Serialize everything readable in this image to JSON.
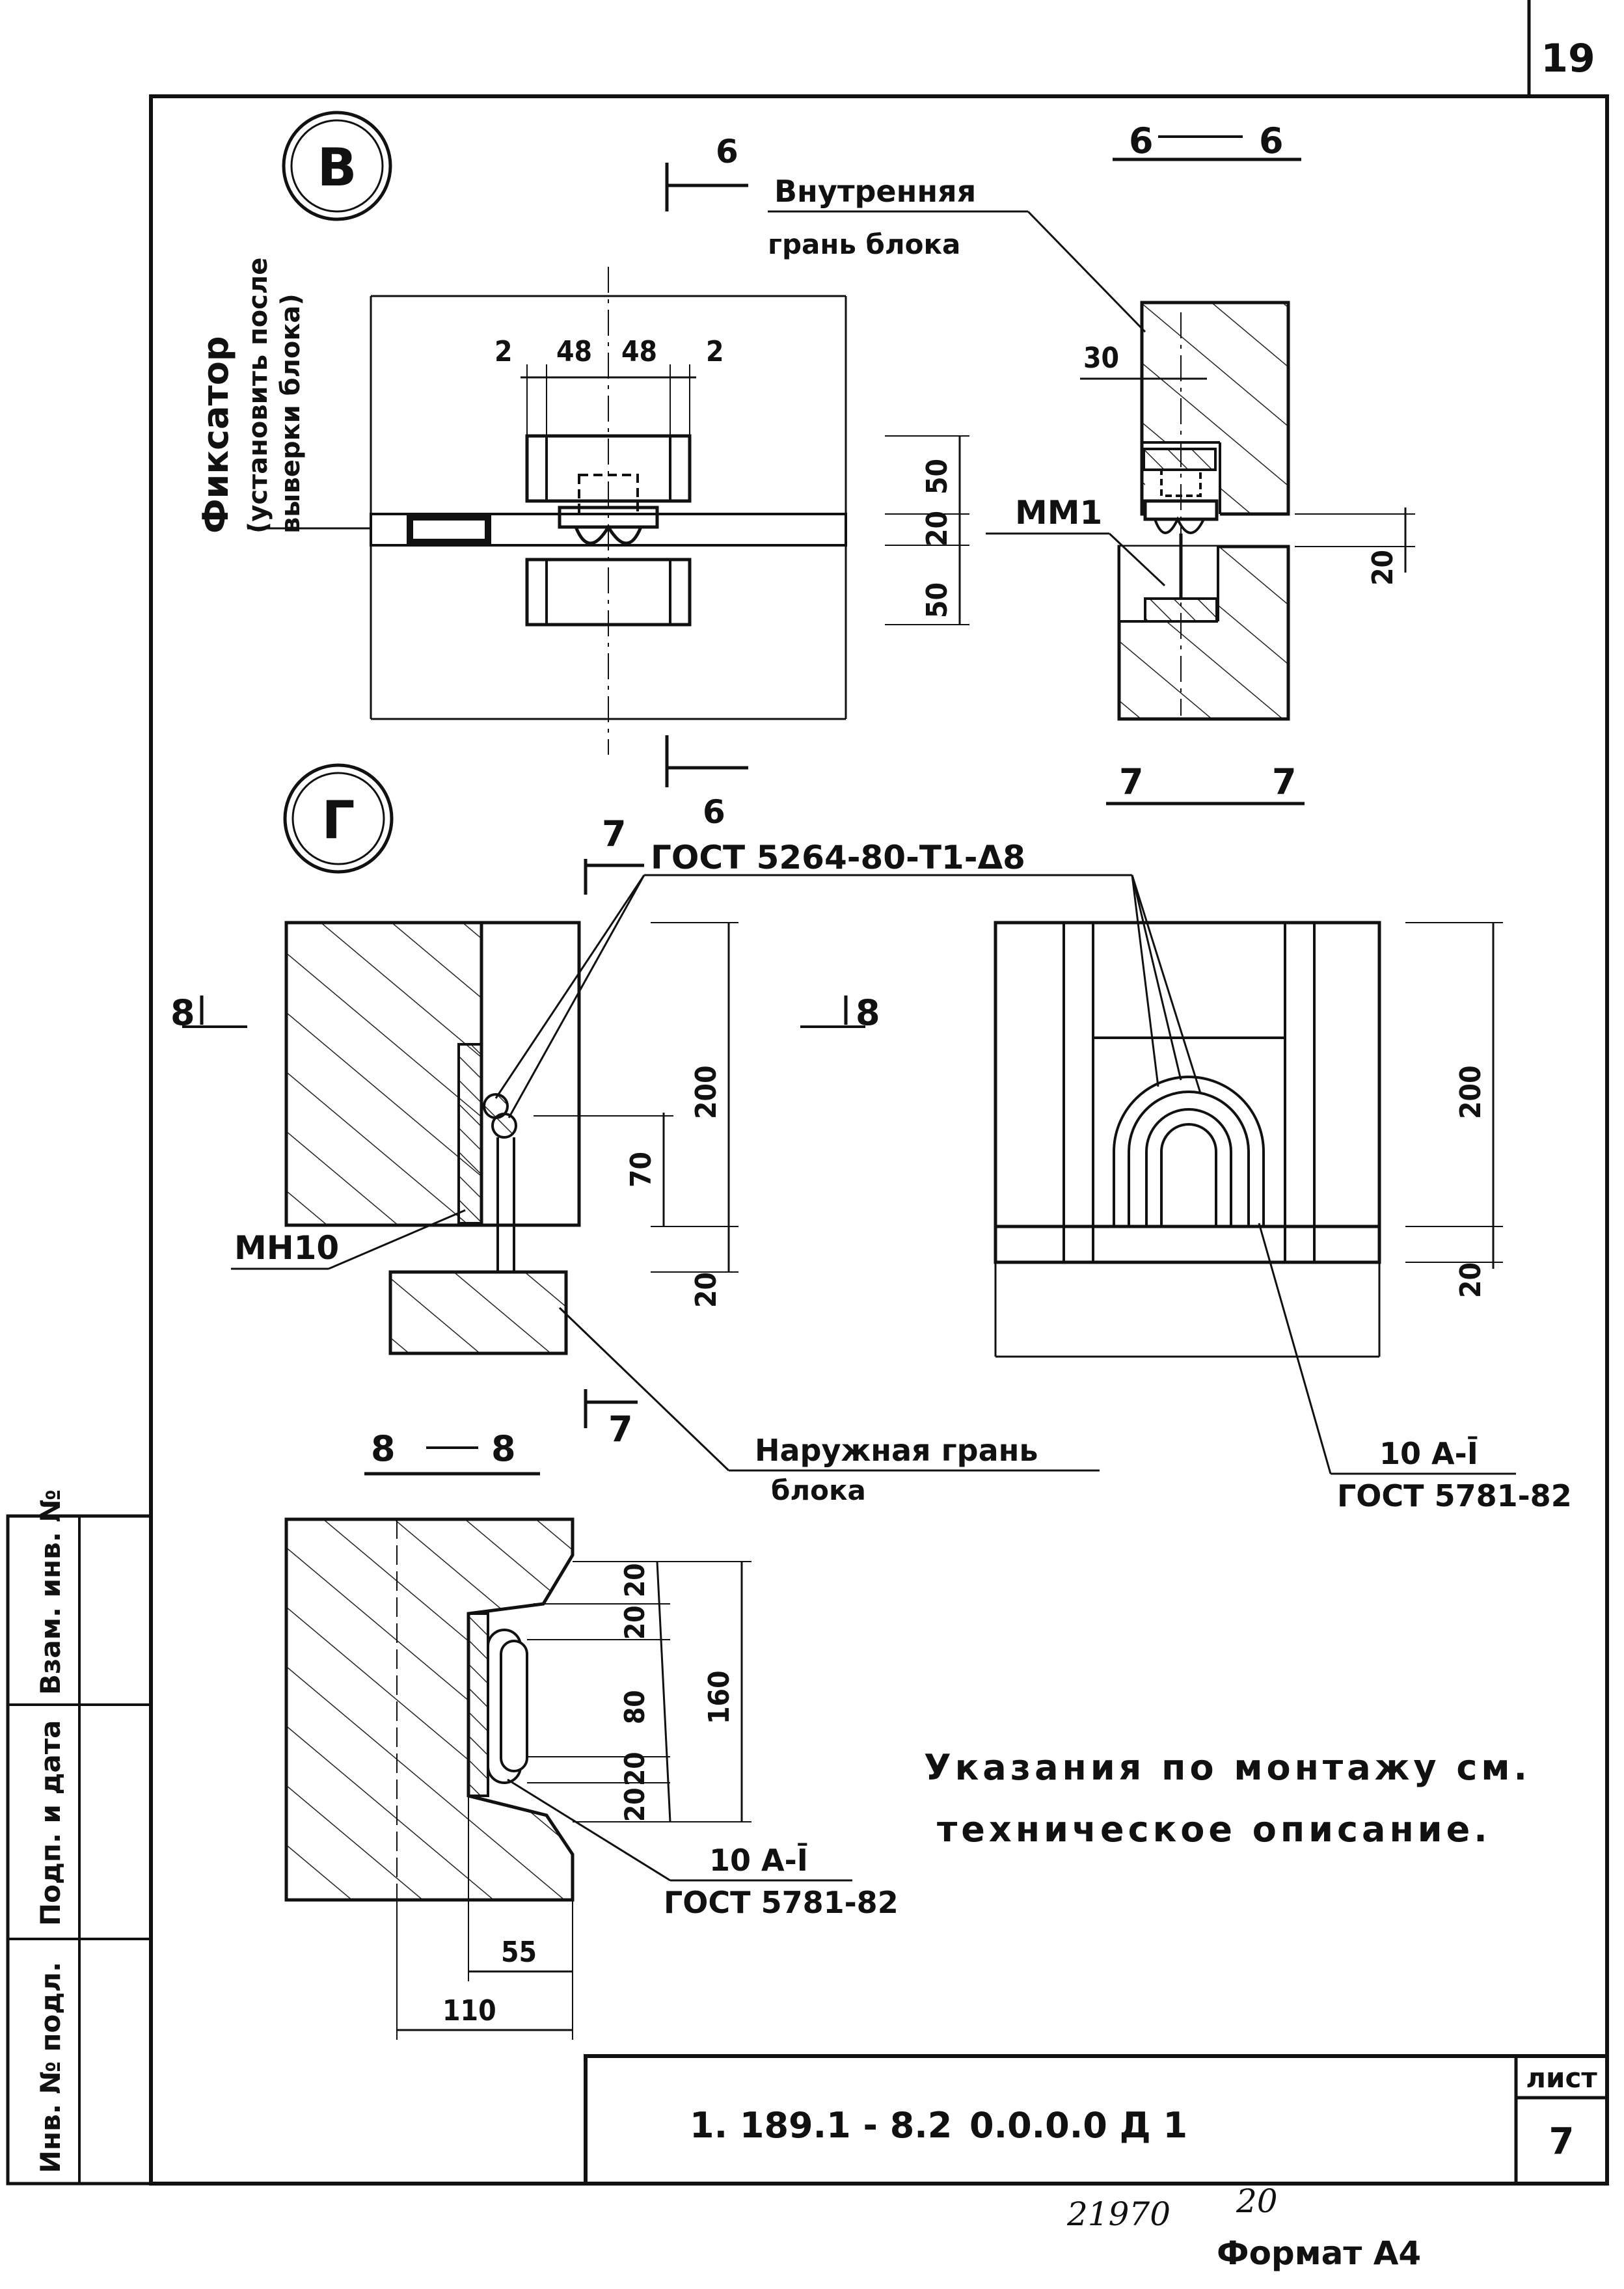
{
  "sheet": {
    "page_number": "19",
    "doc_code": "1. 189.1 - 8.2",
    "doc_subcode": "0.0.0.0 Д 1",
    "sheet_label": "лист",
    "sheet_no": "7",
    "stamp_number": "21970",
    "stamp_number2": "20",
    "format": "Формат А4",
    "side_fields": [
      "Инв. № подл.",
      "Подп. и дата",
      "Взам. инв. №"
    ]
  },
  "view_v": {
    "marker": "В",
    "note_line1": "Фиксатор",
    "note_line2": "(установить после",
    "note_line3": "выверки блока)",
    "dims_top": [
      "2",
      "48",
      "48",
      "2"
    ],
    "dims_side": [
      "50",
      "20",
      "50"
    ]
  },
  "section_6": {
    "label_top": "6",
    "label_bottom": "6",
    "title_left": "6",
    "title_right": "6",
    "inner_face_line1": "Внутренняя",
    "inner_face_line2": "грань блока",
    "dim_30": "30",
    "dim_20": "20",
    "part": "ММ1",
    "section_below_left": "7",
    "section_below_right": "7"
  },
  "view_g": {
    "marker": "Г",
    "gost_top": "ГОСТ 5264-80-Т1-Δ8",
    "section7_top": "7",
    "section7_bottom": "7",
    "section8_left": "8",
    "section8_right": "8",
    "part_mn": "МН10",
    "dims_left": [
      "200",
      "70",
      "20"
    ],
    "dims_right": [
      "200",
      "20"
    ],
    "outer_face_line1": "Наружная грань",
    "outer_face_line2": "блока",
    "rebar": "10 А-Ī",
    "rebar_gost": "ГОСТ 5781-82"
  },
  "section_8": {
    "title_left": "8",
    "title_right": "8",
    "dims_right": [
      "20",
      "20",
      "80",
      "20",
      "20"
    ],
    "dim_total": "160",
    "dim_55": "55",
    "dim_110": "110",
    "rebar": "10 А-Ī",
    "rebar_gost": "ГОСТ 5781-82"
  },
  "notes": {
    "line1": "Указания по монтажу см.",
    "line2": "техническое описание."
  }
}
